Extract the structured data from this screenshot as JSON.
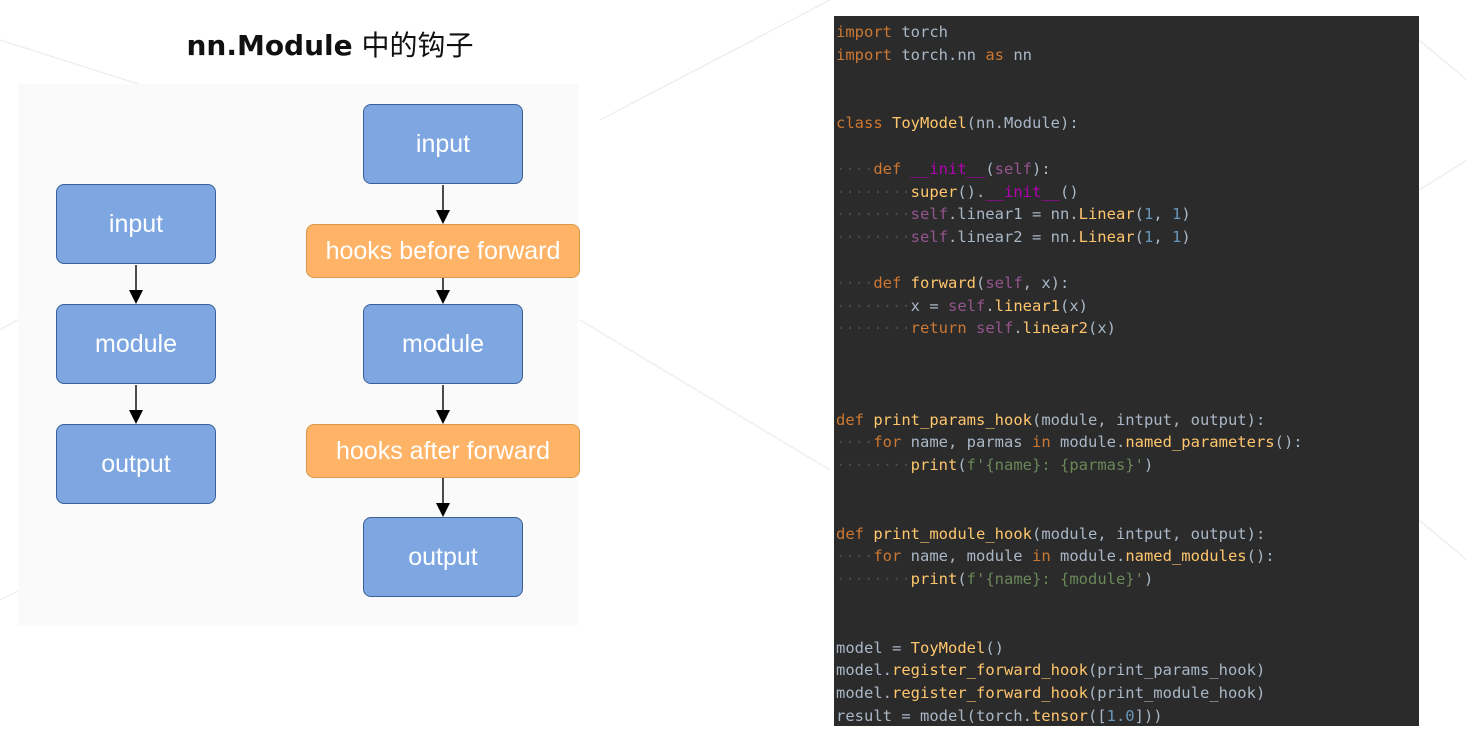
{
  "title": {
    "bold": "nn.Module",
    "rest": " 中的钩子"
  },
  "left_flow": {
    "nodes": [
      "input",
      "module",
      "output"
    ]
  },
  "right_flow": {
    "nodes": [
      "input",
      "hooks before forward",
      "module",
      "hooks after forward",
      "output"
    ]
  },
  "code": {
    "lines": [
      "import torch",
      "import torch.nn as nn",
      "",
      "",
      "class ToyModel(nn.Module):",
      "",
      "    def __init__(self):",
      "        super().__init__()",
      "        self.linear1 = nn.Linear(1, 1)",
      "        self.linear2 = nn.Linear(1, 1)",
      "",
      "    def forward(self, x):",
      "        x = self.linear1(x)",
      "        return self.linear2(x)",
      "",
      "",
      "",
      "def print_params_hook(module, intput, output):",
      "    for name, parmas in module.named_parameters():",
      "        print(f'{name}: {parmas}')",
      "",
      "",
      "def print_module_hook(module, intput, output):",
      "    for name, module in module.named_modules():",
      "        print(f'{name}: {module}')",
      "",
      "",
      "model = ToyModel()",
      "model.register_forward_hook(print_params_hook)",
      "model.register_forward_hook(print_module_hook)",
      "result = model(torch.tensor([1.0]))"
    ]
  },
  "colors": {
    "node_blue": "#7ea6e0",
    "node_orange": "#ffb366",
    "code_bg": "#2b2b2b",
    "keyword": "#cc7832",
    "function": "#ffc66d"
  }
}
